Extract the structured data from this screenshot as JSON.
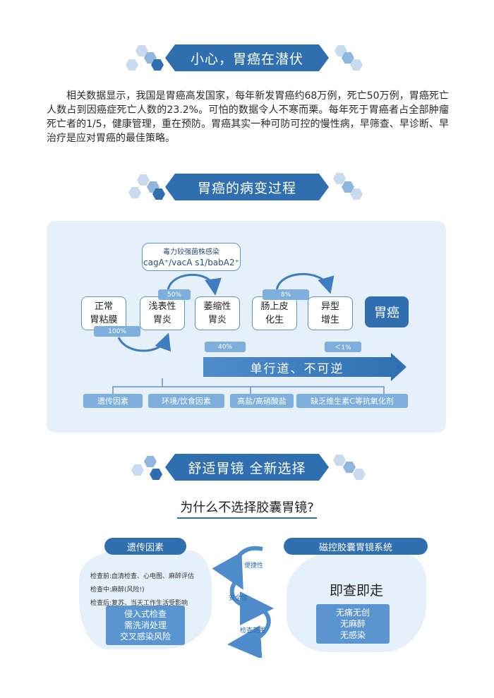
{
  "sections": {
    "s1_title": "小心，胃癌在潜伏",
    "s2_title": "胃癌的病变过程",
    "s3_title": "舒适胃镜    全新选择"
  },
  "intro": "相关数据显示，我国是胃癌高发国家，每年新发胃癌约68万例，死亡50万例，胃癌死亡人数占到因癌症死亡人数的23.2%。可怕的数据令人不寒而栗。每年死于胃癌者占全部肿瘤死亡者的1/5，健康管理，重在预防。胃癌其实一种可防可控的慢性病，早筛查、早诊断、早治疗是应对胃癌的最佳策略。",
  "progression": {
    "strain_title": "毒力较强菌株感染",
    "strain_detail": "cagA⁺/vacA s1/babA2⁺",
    "stages": [
      "正常\n胃粘膜",
      "浅表性\n胃炎",
      "萎缩性\n胃炎",
      "肠上皮\n化生",
      "异型\n增生"
    ],
    "final": "胃癌",
    "rates": {
      "r100": "100%",
      "r50": "50%",
      "r8": "8%",
      "r40": "40%",
      "r1": "＜1%"
    },
    "oneway": "单行道、不可逆",
    "factors": [
      "遗传因素",
      "环境/饮食因素",
      "高盐/高硝酸盐",
      "缺乏维生素C等抗氧化剂"
    ]
  },
  "compare": {
    "question": "为什么不选择胶囊胃镜?",
    "left_tag": "遗传因素",
    "checks": [
      "检查前:血清检查、心电图、麻醉评估",
      "检查中:麻醉(风险!)",
      "检查后:复苏、当天工作生活受影响"
    ],
    "left_box": [
      "侵入式检查",
      "需洗消处理",
      "交叉感染风险"
    ],
    "cycle": [
      "便捷性",
      "安全性",
      "检查范围"
    ],
    "right_tag": "磁控胶囊胃镜系统",
    "right_slogan": "即查即走",
    "right_box": [
      "无痛无创",
      "无麻醉",
      "无感染"
    ]
  },
  "colors": {
    "primary": "#2f6fb0",
    "light": "#e6f0fa",
    "mid": "#7eaedc"
  }
}
